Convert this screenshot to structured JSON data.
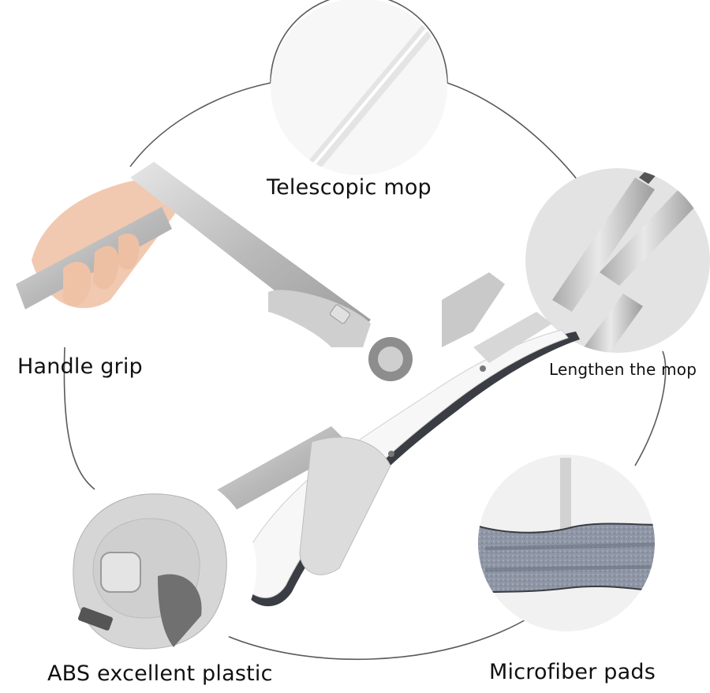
{
  "infographic": {
    "subject": "Telescopic flat mop with swivel head",
    "palette": {
      "background": "#ffffff",
      "outline": "#5a5a5a",
      "metal_light": "#d9d9d9",
      "metal_mid": "#b5b5b5",
      "metal_dark": "#8e8e8e",
      "plastic_white": "#f7f7f7",
      "pad_gray": "#8f97a6",
      "pad_edge": "#3a3d44",
      "skin": "#f1c9b0",
      "text": "#111111"
    },
    "features": [
      {
        "id": "telescopic",
        "label": "Telescopic mop",
        "position": "top"
      },
      {
        "id": "handle",
        "label": "Handle grip",
        "position": "left"
      },
      {
        "id": "lengthen",
        "label": "Lengthen the mop",
        "position": "right"
      },
      {
        "id": "abs",
        "label": "ABS excellent plastic",
        "position": "bottom-left"
      },
      {
        "id": "microfiber",
        "label": "Microfiber pads",
        "position": "bottom-right"
      }
    ]
  }
}
